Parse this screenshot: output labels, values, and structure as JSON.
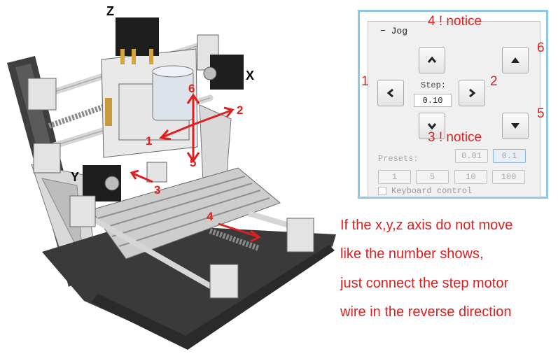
{
  "machine": {
    "axis_letters": {
      "z": "Z",
      "x": "X",
      "y": "Y"
    },
    "arrow_numbers": [
      "1",
      "2",
      "3",
      "4",
      "5",
      "6"
    ],
    "colors": {
      "arrow": "#e02020",
      "frame": "#3a3a3a",
      "rail": "#c9c9c9",
      "motor": "#1e1e1e",
      "spindle": "#dce3ea"
    }
  },
  "jog": {
    "title": "Jog",
    "step_label": "Step:",
    "step_value": "0.10",
    "presets_label": "Presets:",
    "presets_row1": [
      "0.01",
      "0.1"
    ],
    "presets_row2": [
      "1",
      "5",
      "10",
      "100"
    ],
    "selected_preset": "0.1",
    "keyboard_label": "Keyboard control",
    "keyboard_checked": false,
    "buttons": {
      "y_plus_icon": "chevron-up-icon",
      "y_minus_icon": "chevron-down-icon",
      "x_minus_icon": "chevron-left-icon",
      "x_plus_icon": "chevron-right-icon",
      "z_plus_icon": "triangle-up-icon",
      "z_minus_icon": "triangle-down-icon"
    },
    "border_color": "#8ec8e8"
  },
  "annotations": {
    "top": "4 ! notice",
    "bottom": "3 ! notice",
    "left": "1",
    "right": "2",
    "z_up": "6",
    "z_down": "5"
  },
  "note": {
    "lines": [
      "If the x,y,z axis do not move",
      "like the number shows,",
      "just connect the step motor",
      "wire in the reverse direction"
    ],
    "color": "#e02020"
  }
}
